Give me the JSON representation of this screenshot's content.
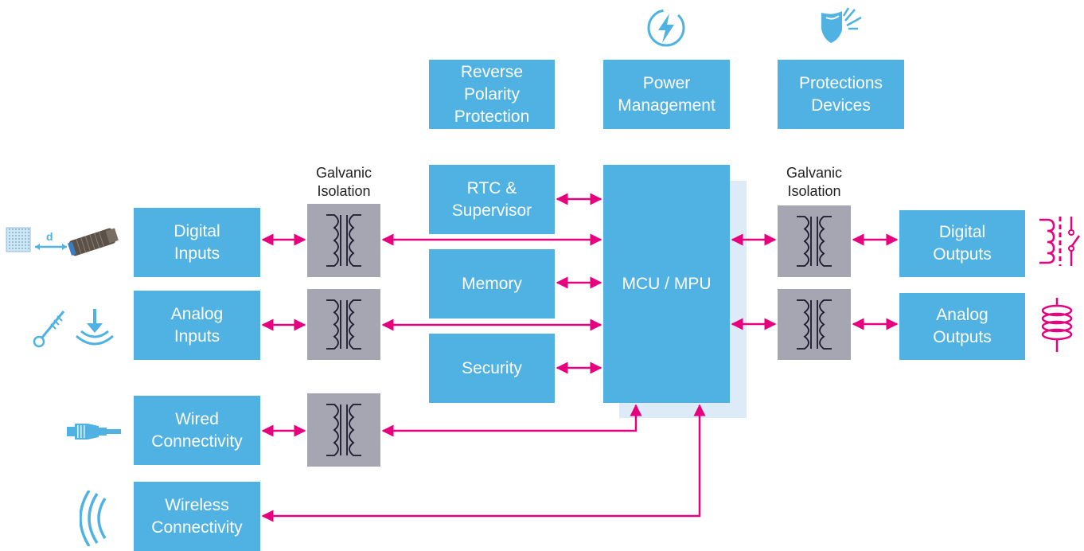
{
  "colors": {
    "block_fill": "#4fb2e3",
    "block_text": "#ffffff",
    "arrow": "#e6007e",
    "isolation_fill": "#a5a6b1",
    "mcu_shadow": "#dcebf7",
    "icon_blue": "#4fb2e3"
  },
  "top_blocks": {
    "reverse_polarity": "Reverse\nPolarity\nProtection",
    "power_management": "Power\nManagement",
    "protections_devices": "Protections\nDevices"
  },
  "middle_blocks": {
    "rtc": "RTC &\nSupervisor",
    "memory": "Memory",
    "security": "Security",
    "mcu": "MCU / MPU"
  },
  "inputs": {
    "digital": "Digital\nInputs",
    "analog": "Analog\nInputs",
    "wired": "Wired\nConnectivity",
    "wireless": "Wireless\nConnectivity"
  },
  "outputs": {
    "digital": "Digital\nOutputs",
    "analog": "Analog\nOutputs"
  },
  "isolation_labels": {
    "left": "Galvanic\nIsolation",
    "right": "Galvanic\nIsolation"
  },
  "sensor_label": "d",
  "icons": {
    "power": "lightning-bolt-icon",
    "protection": "shield-spark-icon",
    "proximity": "proximity-sensor-icon",
    "temperature": "thermometer-icon",
    "pressure": "pressure-arrow-icon",
    "ethernet": "ethernet-plug-icon",
    "wireless": "wireless-waves-icon",
    "relay": "relay-coil-icon",
    "coil": "heating-coil-icon"
  }
}
